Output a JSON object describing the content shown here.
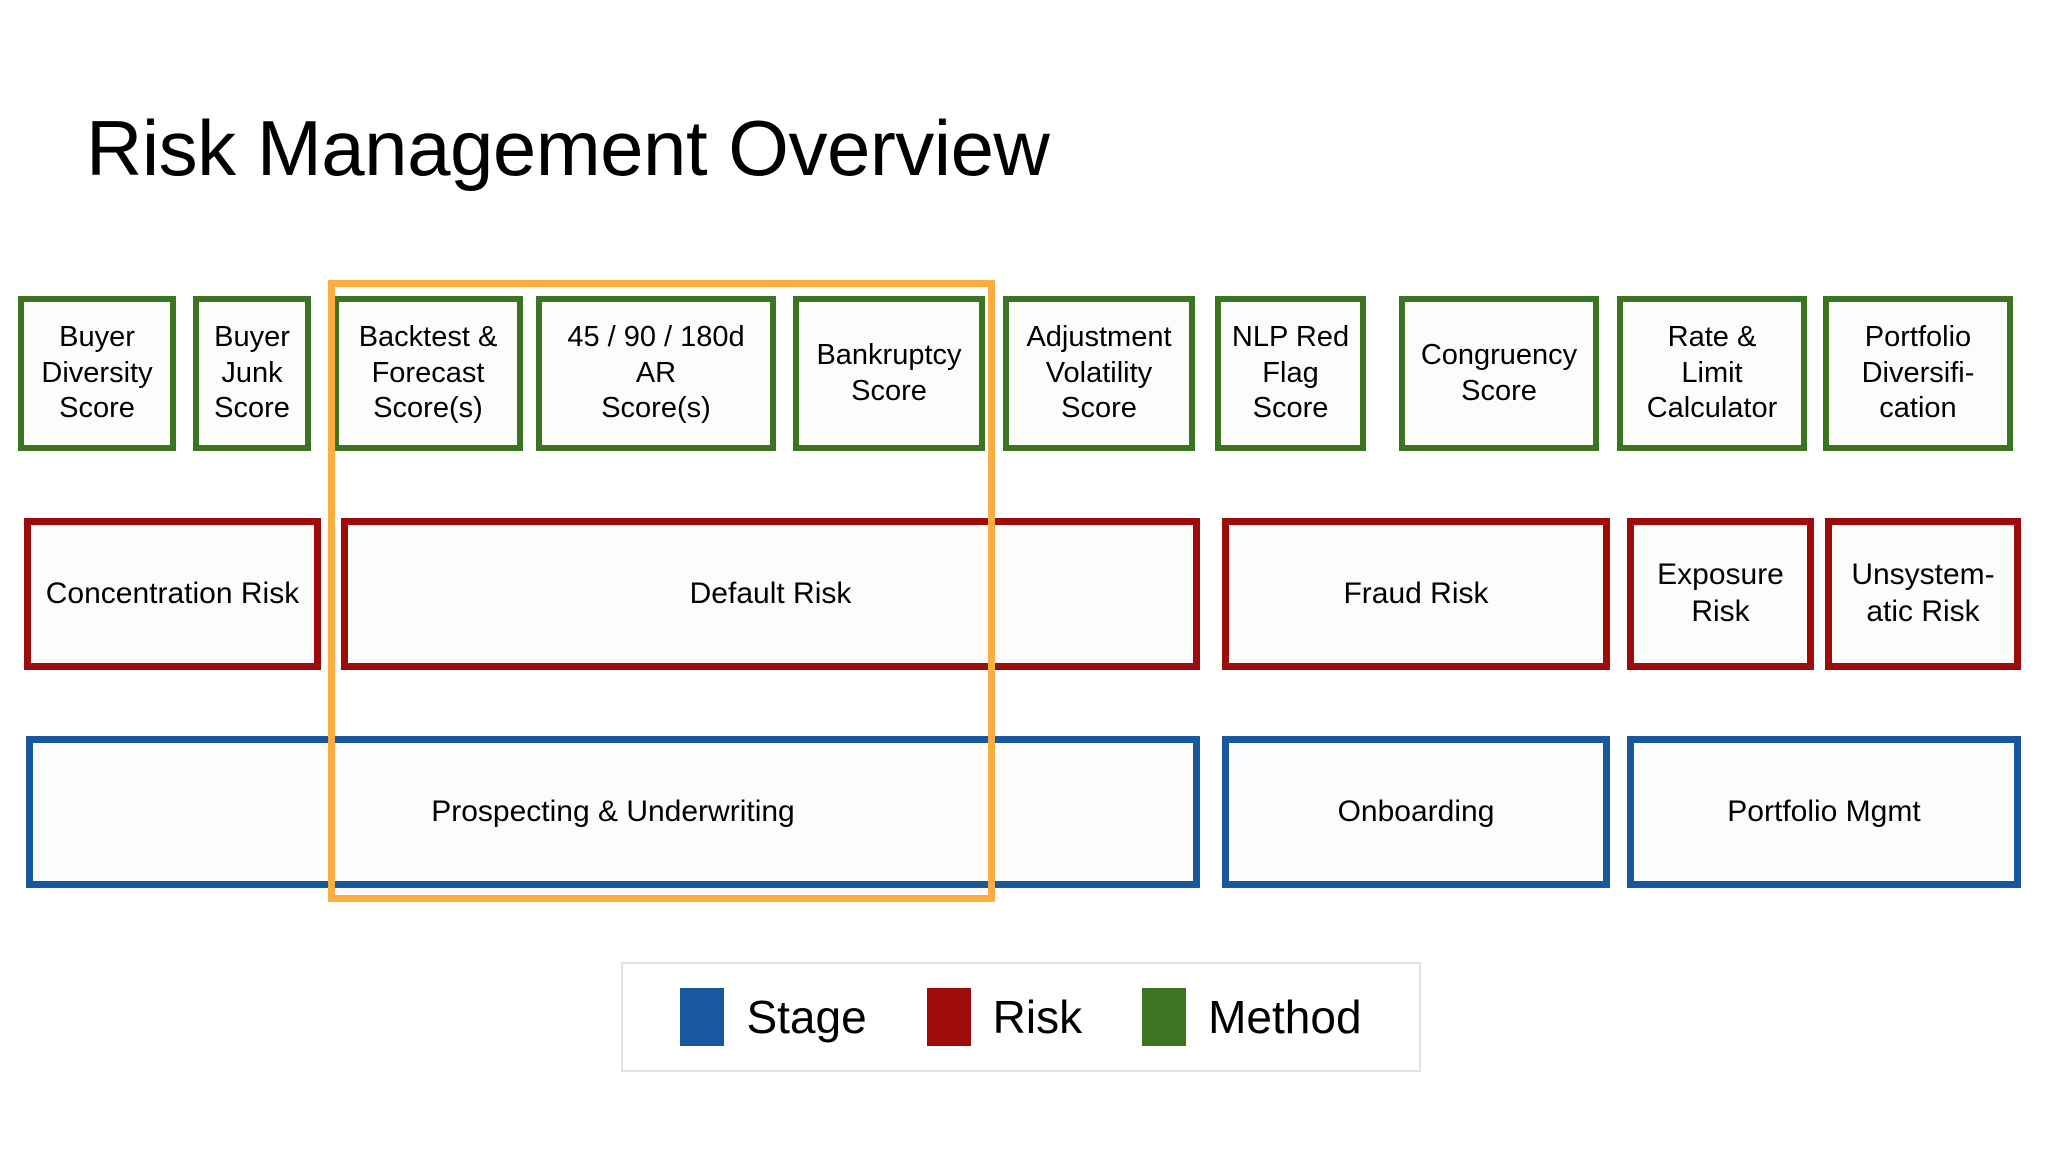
{
  "slide": {
    "title": "Risk Management Overview",
    "background": "#ffffff"
  },
  "colors": {
    "method_green": "#3b7521",
    "risk_red": "#9e0b0b",
    "stage_blue": "#18589e",
    "highlight_orange": "#fbad41",
    "text_black": "#000000",
    "node_fill": "#fcfcfa"
  },
  "rows": {
    "methods": {
      "category": "Method",
      "color": "#3b7521",
      "items": [
        {
          "label": "Buyer Diversity Score",
          "lines": [
            "Buyer",
            "Diversity",
            "Score"
          ]
        },
        {
          "label": "Buyer Junk Score",
          "lines": [
            "Buyer",
            "Junk",
            "Score"
          ]
        },
        {
          "label": "Backtest & Forecast Score(s)",
          "lines": [
            "Backtest &",
            "Forecast",
            "Score(s)"
          ]
        },
        {
          "label": "45 / 90 / 180d AR Score(s)",
          "lines": [
            "45 / 90 / 180d",
            "AR",
            "Score(s)"
          ]
        },
        {
          "label": "Bankruptcy Score",
          "lines": [
            "Bankruptcy",
            "Score"
          ]
        },
        {
          "label": "Adjustment Volatility Score",
          "lines": [
            "Adjustment",
            "Volatility",
            "Score"
          ]
        },
        {
          "label": "NLP Red Flag Score",
          "lines": [
            "NLP Red",
            "Flag",
            "Score"
          ]
        },
        {
          "label": "Congruency Score",
          "lines": [
            "Congruency",
            "Score"
          ]
        },
        {
          "label": "Rate & Limit Calculator",
          "lines": [
            "Rate &",
            "Limit",
            "Calculator"
          ]
        },
        {
          "label": "Portfolio Diversification",
          "lines": [
            "Portfolio",
            "Diversifi-",
            "cation"
          ]
        }
      ]
    },
    "risks": {
      "category": "Risk",
      "color": "#9e0b0b",
      "items": [
        {
          "label": "Concentration Risk",
          "lines": [
            "Concentration Risk"
          ]
        },
        {
          "label": "Default Risk",
          "lines": [
            "Default Risk"
          ]
        },
        {
          "label": "Fraud Risk",
          "lines": [
            "Fraud Risk"
          ]
        },
        {
          "label": "Exposure Risk",
          "lines": [
            "Exposure",
            "Risk"
          ]
        },
        {
          "label": "Unsystematic Risk",
          "lines": [
            "Unsystem-",
            "atic Risk"
          ]
        }
      ]
    },
    "stages": {
      "category": "Stage",
      "color": "#18589e",
      "items": [
        {
          "label": "Prospecting & Underwriting",
          "lines": [
            "Prospecting & Underwriting"
          ]
        },
        {
          "label": "Onboarding",
          "lines": [
            "Onboarding"
          ]
        },
        {
          "label": "Portfolio Mgmt",
          "lines": [
            "Portfolio Mgmt"
          ]
        }
      ]
    }
  },
  "highlight": {
    "name": "default-risk-focus-frame",
    "color": "#fbad41"
  },
  "legend": {
    "items": [
      {
        "label": "Stage",
        "color": "#18589e"
      },
      {
        "label": "Risk",
        "color": "#9e0b0b"
      },
      {
        "label": "Method",
        "color": "#3b7521"
      }
    ]
  }
}
